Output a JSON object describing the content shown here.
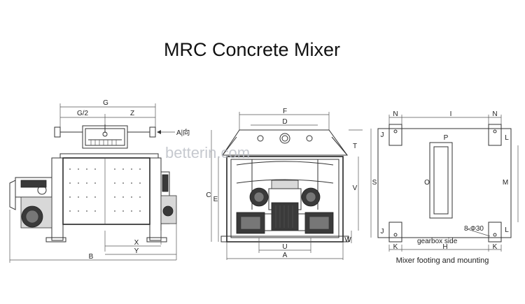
{
  "title": "MRC Concrete Mixer",
  "watermark": "betterin.com",
  "captions": {
    "gearbox_side": "gearbox side",
    "footing": "Mixer footing and mounting",
    "holes": "8-Φ30"
  },
  "side_view": {
    "G": "G",
    "G2": "G/2",
    "Z": "Z",
    "A_dir": "A|向",
    "B": "B",
    "X": "X",
    "Y": "Y"
  },
  "front_view": {
    "F": "F",
    "D": "D",
    "C": "C",
    "E": "E",
    "V": "V",
    "T": "T",
    "U": "U",
    "W": "W",
    "A": "A"
  },
  "plan_view": {
    "N_left": "N",
    "I": "I",
    "N_right": "N",
    "J_top": "J",
    "L_top": "L",
    "P": "P",
    "S": "S",
    "O": "O",
    "M": "M",
    "J_bot": "J",
    "L_bot": "L",
    "K_left": "K",
    "H": "H",
    "K_right": "K"
  },
  "colors": {
    "line": "#333333",
    "watermark": "#b8bcc4",
    "background": "#ffffff"
  }
}
